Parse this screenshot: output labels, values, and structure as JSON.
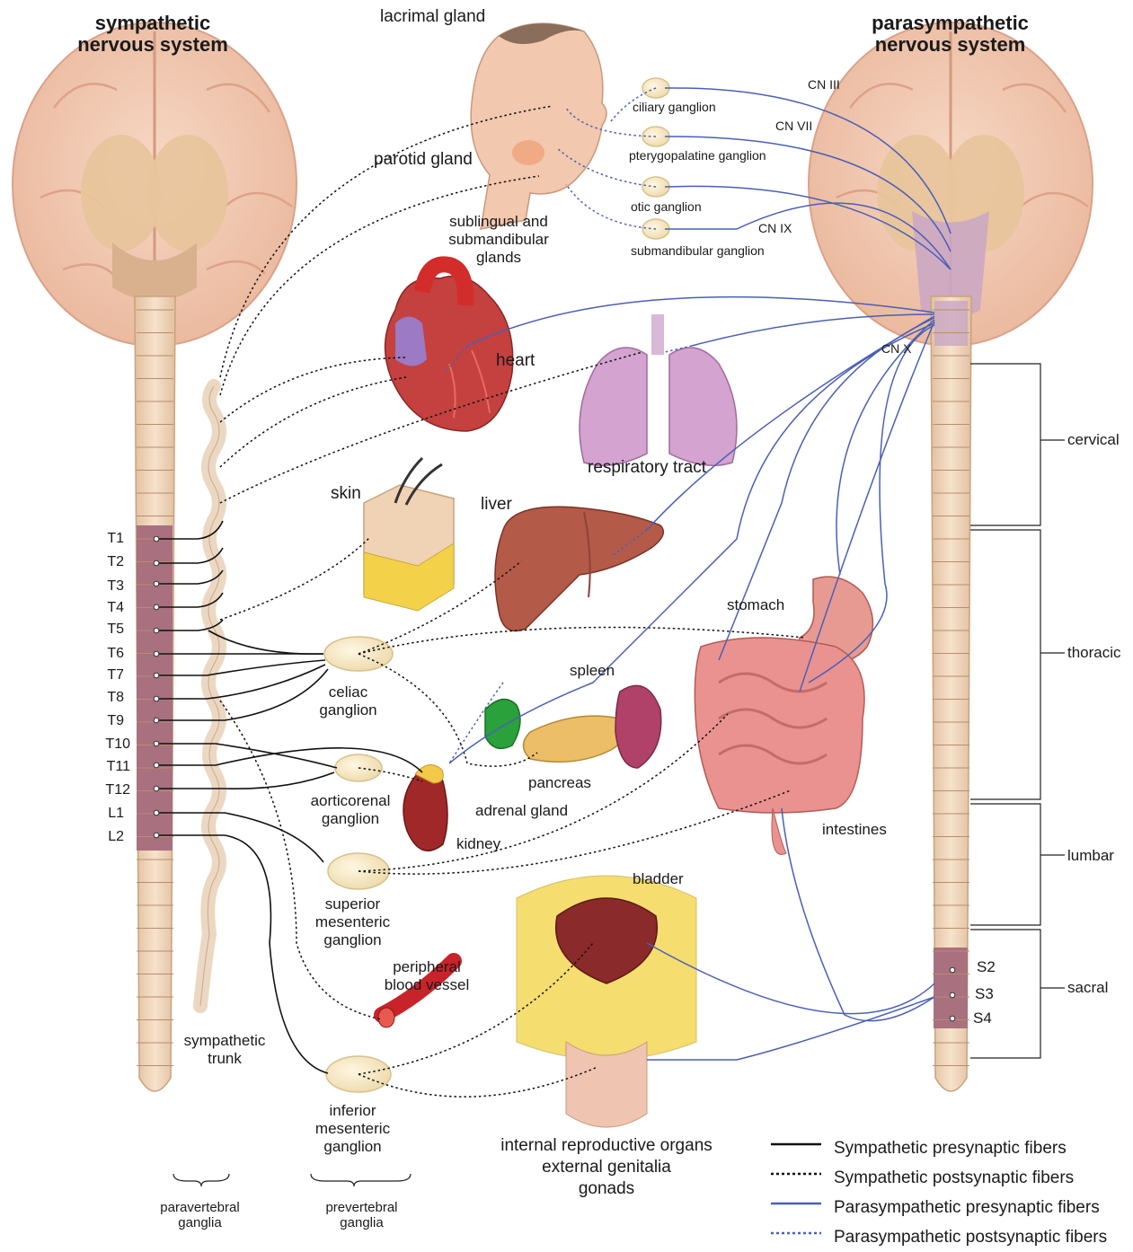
{
  "titles": {
    "sympathetic": [
      "sympathetic",
      "nervous system"
    ],
    "parasympathetic": [
      "parasympathetic",
      "nervous system"
    ]
  },
  "spinal_segments_left": [
    "T1",
    "T2",
    "T3",
    "T4",
    "T5",
    "T6",
    "T7",
    "T8",
    "T9",
    "T10",
    "T11",
    "T12",
    "L1",
    "L2"
  ],
  "spinal_segments_right": [
    "S2",
    "S3",
    "S4"
  ],
  "cranial_nerves": [
    "CN III",
    "CN VII",
    "CN IX",
    "CN X"
  ],
  "spinal_regions": [
    "cervical",
    "thoracic",
    "lumbar",
    "sacral"
  ],
  "labels": {
    "lacrimal_gland": "lacrimal gland",
    "parotid_gland": "parotid gland",
    "sublingual": [
      "sublingual and",
      "submandibular",
      "glands"
    ],
    "ciliary_ganglion": "ciliary ganglion",
    "pterygopalatine_ganglion": "pterygopalatine ganglion",
    "otic_ganglion": "otic ganglion",
    "submandibular_ganglion": "submandibular ganglion",
    "heart": "heart",
    "respiratory_tract": "respiratory tract",
    "skin": "skin",
    "liver": "liver",
    "stomach": "stomach",
    "spleen": "spleen",
    "pancreas": "pancreas",
    "celiac_ganglion": [
      "celiac",
      "ganglion"
    ],
    "aorticorenal_ganglion": [
      "aorticorenal",
      "ganglion"
    ],
    "adrenal_gland": "adrenal gland",
    "kidney": "kidney",
    "intestines": "intestines",
    "superior_mesenteric_ganglion": [
      "superior",
      "mesenteric",
      "ganglion"
    ],
    "bladder": "bladder",
    "peripheral_blood_vessel": [
      "peripheral",
      "blood vessel"
    ],
    "sympathetic_trunk": [
      "sympathetic",
      "trunk"
    ],
    "inferior_mesenteric_ganglion": [
      "inferior",
      "mesenteric",
      "ganglion"
    ],
    "reproductive": [
      "internal reproductive organs",
      "external genitalia",
      "gonads"
    ],
    "paravertebral_ganglia": [
      "paravertebral",
      "ganglia"
    ],
    "prevertebral_ganglia": [
      "prevertebral",
      "ganglia"
    ]
  },
  "legend": [
    {
      "label": "Sympathetic presynaptic fibers",
      "style": "solid",
      "color": "#111111"
    },
    {
      "label": "Sympathetic postsynaptic fibers",
      "style": "dotted",
      "color": "#111111"
    },
    {
      "label": "Parasympathetic presynaptic fibers",
      "style": "solid",
      "color": "#4a5fb8"
    },
    {
      "label": "Parasympathetic postsynaptic fibers",
      "style": "dotted",
      "color": "#4a5fb8"
    }
  ],
  "colors": {
    "brain": "#f3cbb4",
    "spinal_cord": "#f1d9bf",
    "thoracolumbar": "#a9707f",
    "sacral": "#a9707f",
    "para_fiber": "#4a5fb8",
    "symp_fiber": "#111111"
  }
}
